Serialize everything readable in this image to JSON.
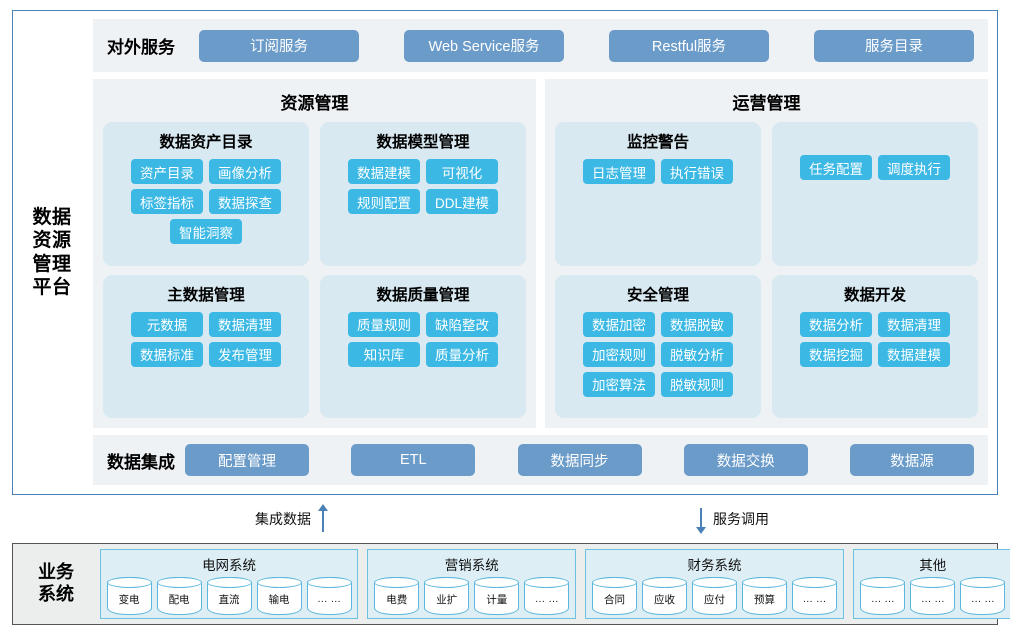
{
  "platform": {
    "label": "数据\n资源\n管理\n平台",
    "label_lines": [
      "数据",
      "资源",
      "管理",
      "平台"
    ],
    "external_services": {
      "title": "对外服务",
      "items": [
        "订阅服务",
        "Web Service服务",
        "Restful服务",
        "服务目录"
      ]
    },
    "sections": [
      {
        "title": "资源管理",
        "cards": [
          {
            "title": "数据资产目录",
            "chips": [
              "资产目录",
              "画像分析",
              "标签指标",
              "数据探查",
              "智能洞察"
            ]
          },
          {
            "title": "数据模型管理",
            "chips": [
              "数据建模",
              "可视化",
              "规则配置",
              "DDL建模"
            ]
          },
          {
            "title": "主数据管理",
            "chips": [
              "元数据",
              "数据清理",
              "数据标准",
              "发布管理"
            ]
          },
          {
            "title": "数据质量管理",
            "chips": [
              "质量规则",
              "缺陷整改",
              "知识库",
              "质量分析"
            ]
          }
        ]
      },
      {
        "title": "运营管理",
        "cards": [
          {
            "title": "监控警告",
            "chips": [
              "日志管理",
              "执行错误"
            ]
          },
          {
            "title": "",
            "chips": [
              "任务配置",
              "调度执行"
            ]
          },
          {
            "title": "安全管理",
            "chips": [
              "数据加密",
              "数据脱敏",
              "加密规则",
              "脱敏分析",
              "加密算法",
              "脱敏规则"
            ]
          },
          {
            "title": "数据开发",
            "chips": [
              "数据分析",
              "数据清理",
              "数据挖掘",
              "数据建模"
            ]
          }
        ]
      }
    ],
    "integration": {
      "title": "数据集成",
      "items": [
        "配置管理",
        "ETL",
        "数据同步",
        "数据交换",
        "数据源"
      ]
    }
  },
  "connectors": [
    {
      "label": "集成数据",
      "direction": "up",
      "icon": "arrow-up-icon"
    },
    {
      "label": "服务调用",
      "direction": "down",
      "icon": "arrow-down-icon"
    }
  ],
  "business": {
    "label_lines": [
      "业务",
      "系统"
    ],
    "groups": [
      {
        "title": "电网系统",
        "nodes": [
          "变电",
          "配电",
          "直流",
          "输电",
          "… …"
        ]
      },
      {
        "title": "营销系统",
        "nodes": [
          "电费",
          "业扩",
          "计量",
          "… …"
        ]
      },
      {
        "title": "财务系统",
        "nodes": [
          "合同",
          "应收",
          "应付",
          "预算",
          "… …"
        ]
      },
      {
        "title": "其他",
        "nodes": [
          "… …",
          "… …",
          "… …"
        ]
      }
    ]
  },
  "colors": {
    "frame_border": "#4a82b8",
    "band_bg": "#eff2f5",
    "card_bg": "#d8e9f1",
    "chip_cyan": "#3cb8e4",
    "pill_blue": "#6b9bc9",
    "biz_bg": "#eceeee",
    "biz_group_border": "#6cc0e0",
    "cylinder_border": "#5bb7dc"
  }
}
